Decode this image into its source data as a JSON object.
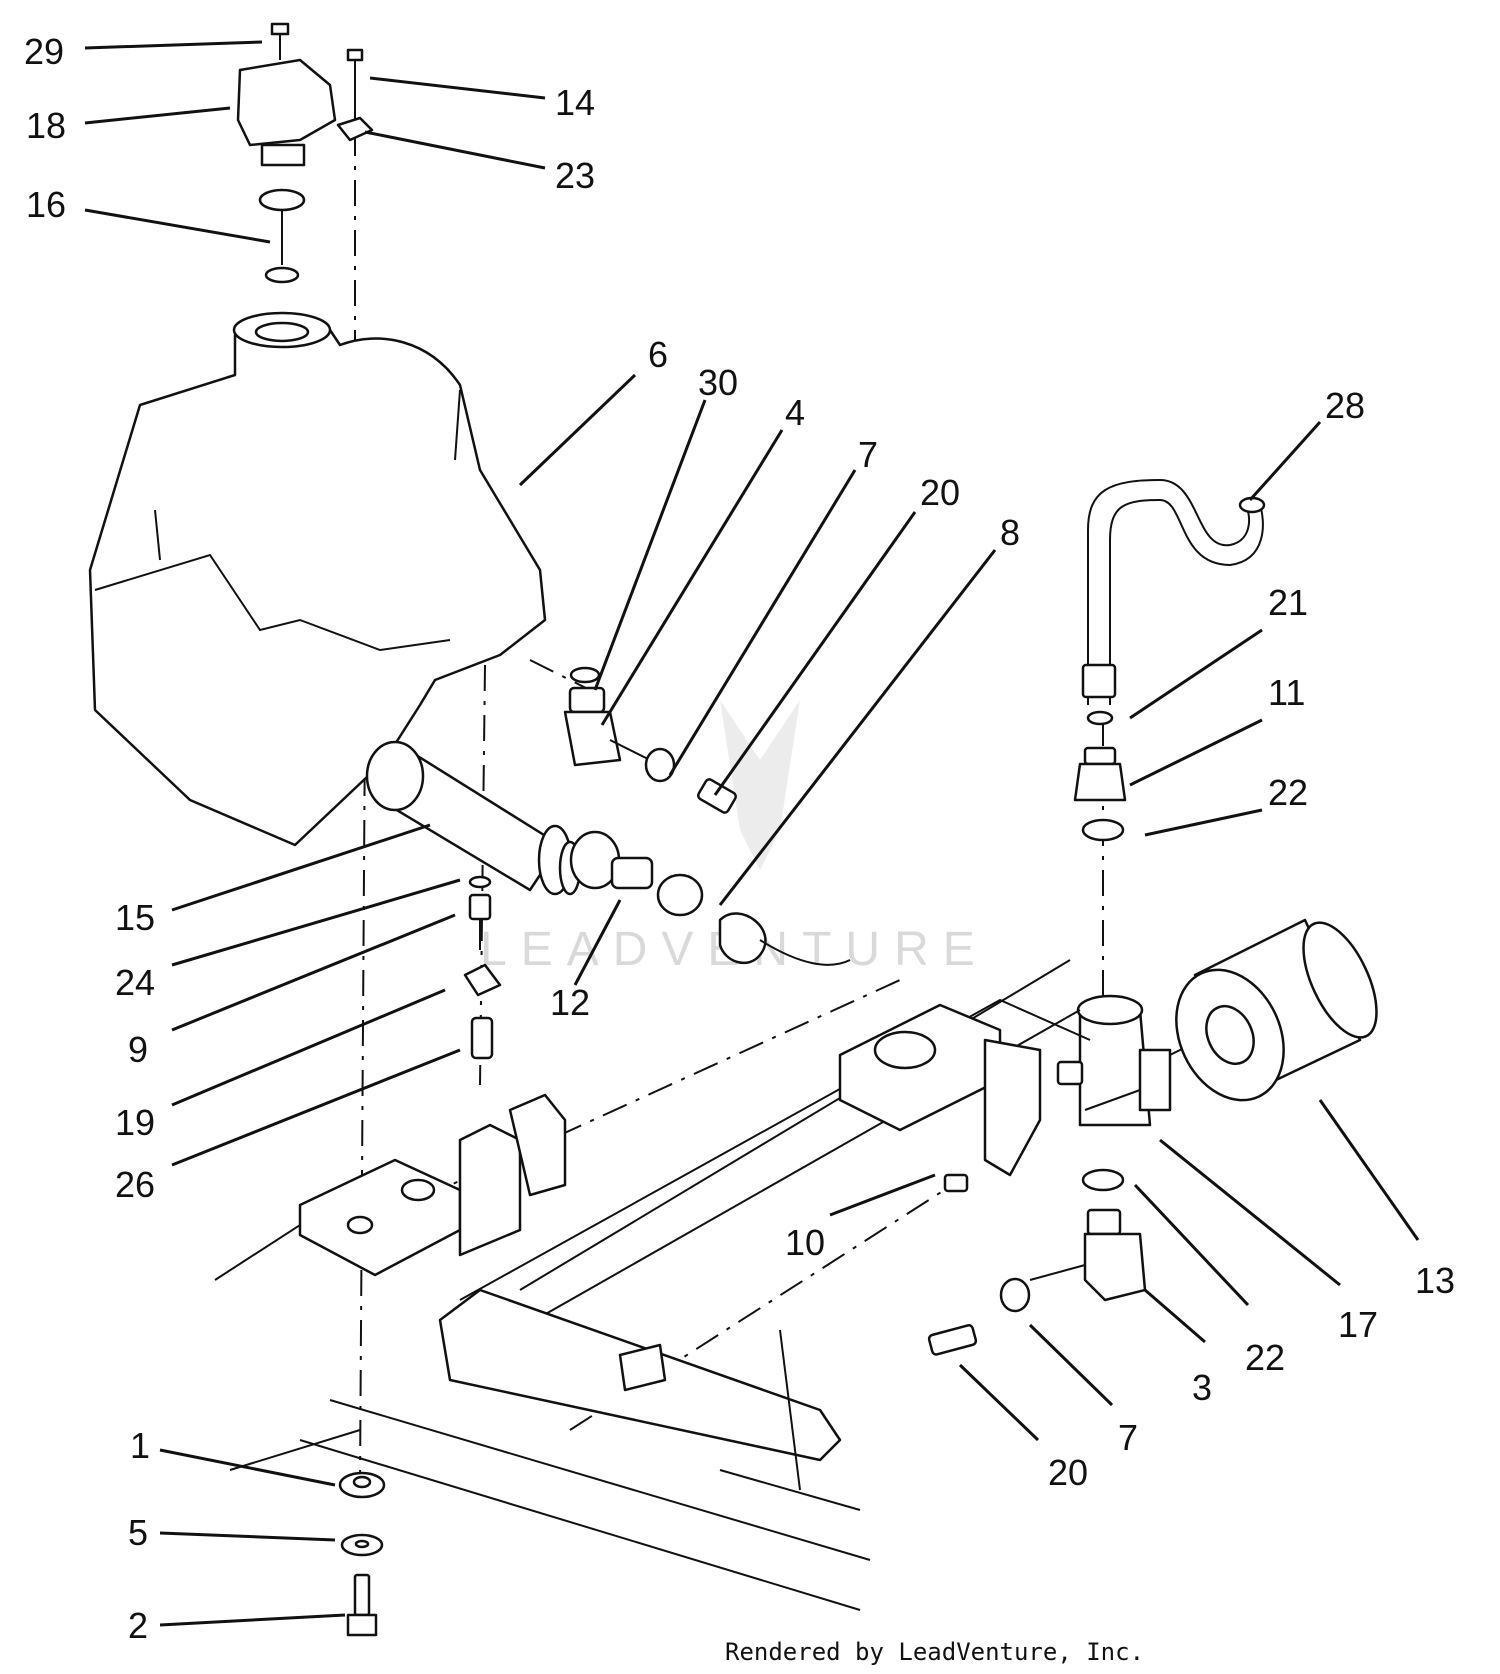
{
  "callouts": [
    {
      "label": "29"
    },
    {
      "label": "18"
    },
    {
      "label": "16"
    },
    {
      "label": "14"
    },
    {
      "label": "23"
    },
    {
      "label": "6"
    },
    {
      "label": "30"
    },
    {
      "label": "4"
    },
    {
      "label": "7"
    },
    {
      "label": "20"
    },
    {
      "label": "8"
    },
    {
      "label": "28"
    },
    {
      "label": "21"
    },
    {
      "label": "11"
    },
    {
      "label": "22"
    },
    {
      "label": "15"
    },
    {
      "label": "24"
    },
    {
      "label": "9"
    },
    {
      "label": "19"
    },
    {
      "label": "26"
    },
    {
      "label": "12"
    },
    {
      "label": "10"
    },
    {
      "label": "13"
    },
    {
      "label": "17"
    },
    {
      "label": "22"
    },
    {
      "label": "3"
    },
    {
      "label": "7"
    },
    {
      "label": "20"
    },
    {
      "label": "1"
    },
    {
      "label": "5"
    },
    {
      "label": "2"
    }
  ],
  "watermark": "LEADVENTURE",
  "credit": "Rendered by LeadVenture, Inc."
}
